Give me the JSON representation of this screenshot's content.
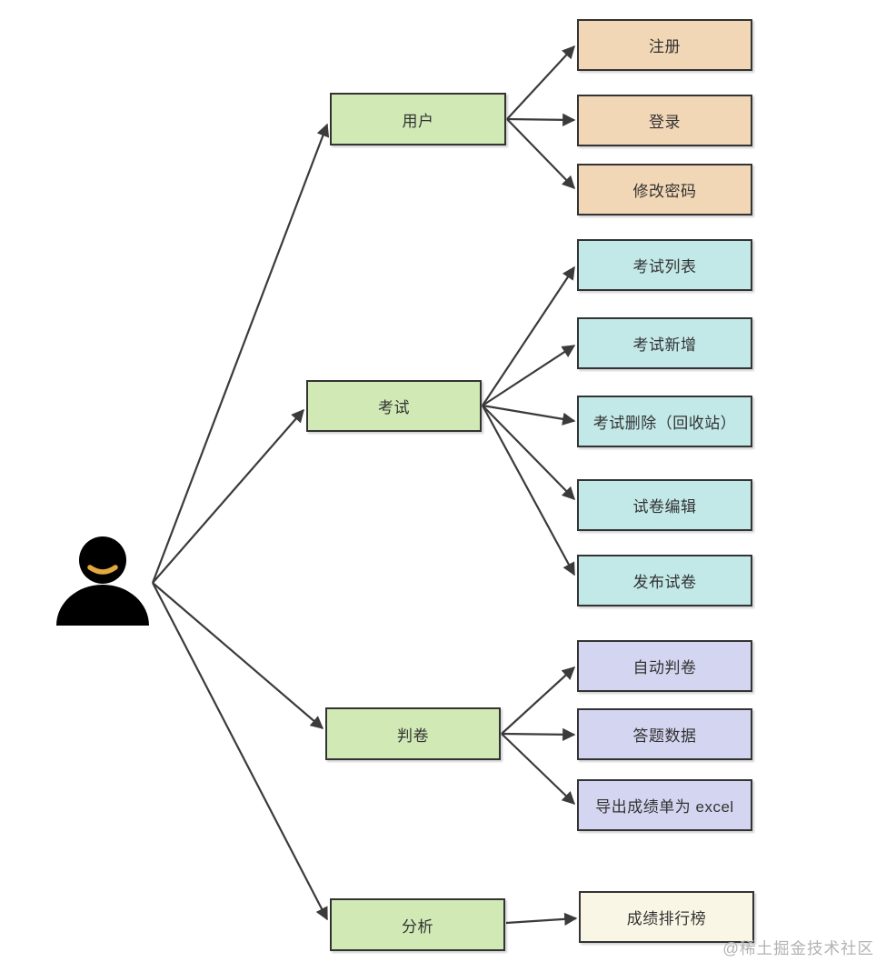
{
  "diagram": {
    "watermark": "@稀土掘金技术社区",
    "actor": "person-icon",
    "groups": [
      {
        "parent": "用户",
        "children": [
          "注册",
          "登录",
          "修改密码"
        ]
      },
      {
        "parent": "考试",
        "children": [
          "考试列表",
          "考试新增",
          "考试删除（回收站）",
          "试卷编辑",
          "发布试卷"
        ]
      },
      {
        "parent": "判卷",
        "children": [
          "自动判卷",
          "答题数据",
          "导出成绩单为 excel"
        ]
      },
      {
        "parent": "分析",
        "children": [
          "成绩排行榜"
        ]
      }
    ]
  },
  "palette": {
    "parent-fill": "#d0e9b5",
    "account-fill": "#f2d7b6",
    "exam-fill": "#c3e8e8",
    "grade-fill": "#d4d6f1",
    "analysis-fill": "#faf6e6",
    "border": "#333333",
    "arrow": "#3b3b3b",
    "actor-fill": "#000000",
    "smile": "#e2aa3e",
    "watermark-color": "#b3b3b3"
  }
}
